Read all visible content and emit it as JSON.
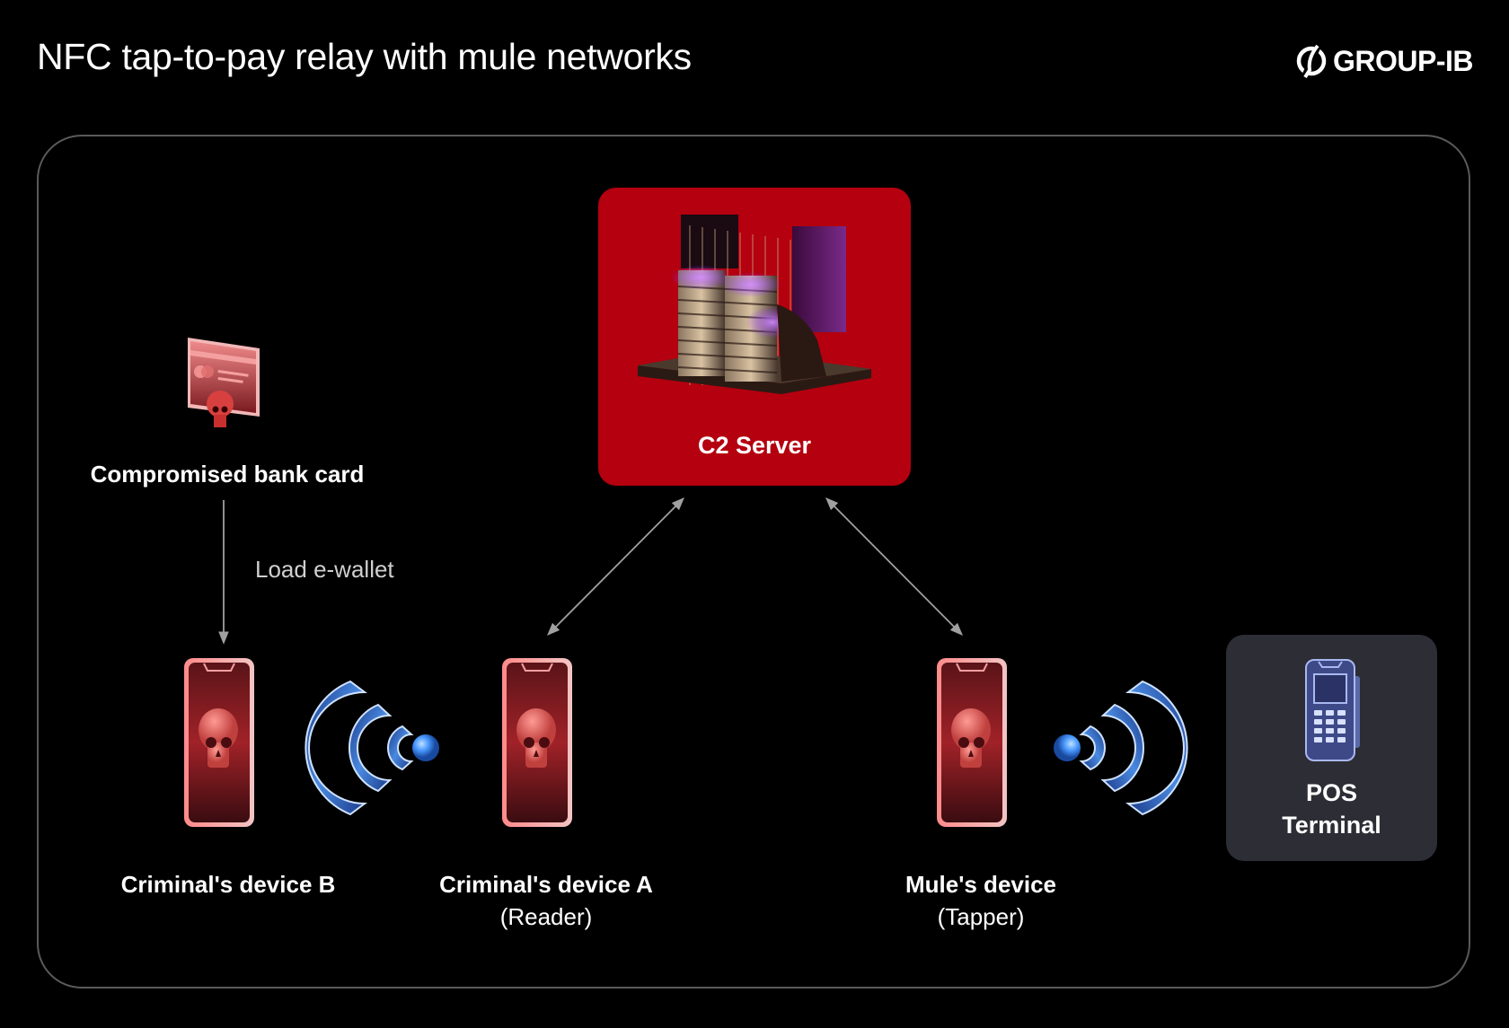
{
  "header": {
    "title": "NFC tap-to-pay relay with mule networks",
    "logo_text": "GROUP-IB"
  },
  "diagram": {
    "nodes": {
      "c2_server": {
        "label": "C2 Server",
        "icon": "server-building-icon"
      },
      "compromised_card": {
        "label": "Compromised bank card",
        "icon": "bank-card-skull-icon"
      },
      "device_b": {
        "label": "Criminal's device B",
        "icon": "phone-skull-icon"
      },
      "device_a": {
        "label_line1": "Criminal's device A",
        "label_line2": "(Reader)",
        "icon": "phone-skull-icon"
      },
      "mule_device": {
        "label_line1": "Mule's device",
        "label_line2": "(Tapper)",
        "icon": "phone-skull-icon"
      },
      "pos_terminal": {
        "label_line1": "POS",
        "label_line2": "Terminal",
        "icon": "pos-terminal-icon"
      }
    },
    "edges": [
      {
        "from": "compromised_card",
        "to": "device_b",
        "label": "Load e-wallet",
        "direction": "one-way"
      },
      {
        "from": "device_a",
        "to": "c2_server",
        "label": "",
        "direction": "two-way"
      },
      {
        "from": "c2_server",
        "to": "mule_device",
        "label": "",
        "direction": "two-way"
      },
      {
        "from": "device_a",
        "to": "device_b",
        "label": "",
        "type": "nfc-signal"
      },
      {
        "from": "mule_device",
        "to": "pos_terminal",
        "label": "",
        "type": "nfc-signal"
      }
    ],
    "colors": {
      "c2_box": "#b4000f",
      "pos_box": "#2c2d35",
      "frame_border": "#5a5a5a",
      "arrow": "#a0a0a0",
      "phone_red": "#e0484e",
      "nfc_blue": "#2a5fb8"
    }
  }
}
